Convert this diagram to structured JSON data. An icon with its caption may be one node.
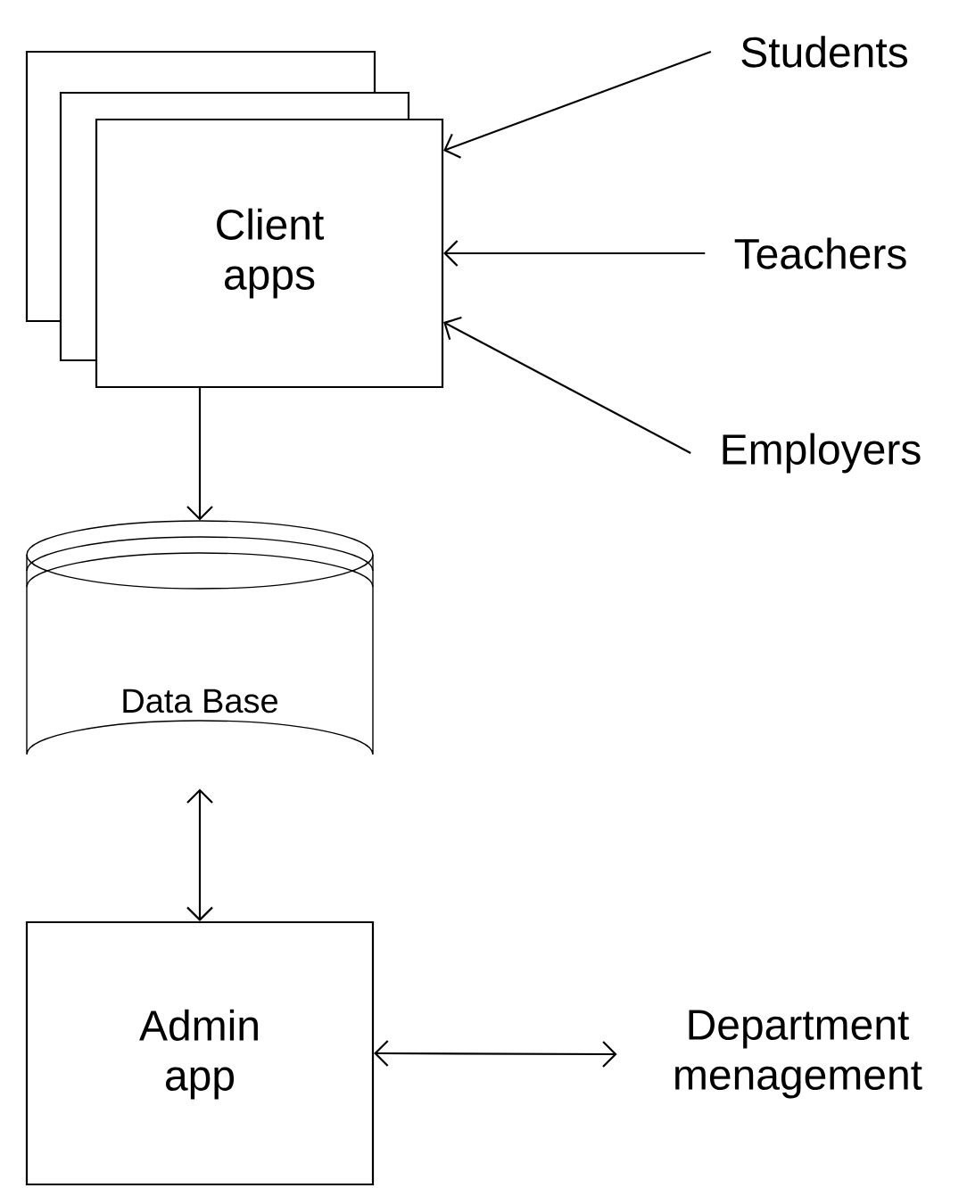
{
  "diagram": {
    "nodes": [
      {
        "text": [],
        "shape": "box"
      },
      {
        "text": [],
        "shape": "box"
      },
      {
        "text": [
          "Client apps"
        ]
      },
      {
        "text": [
          "Students"
        ]
      },
      {
        "text": [
          "Teachers"
        ]
      },
      {
        "text": [
          "Employers"
        ]
      },
      {
        "text": [
          "Data Base"
        ]
      },
      {
        "text": [
          "Admin app"
        ]
      },
      {
        "text": [
          "Department menagement"
        ]
      }
    ],
    "edges": [
      {
        "from": 3,
        "to": 2,
        "arrow": "to"
      },
      {
        "from": 4,
        "to": 2,
        "arrow": "to"
      },
      {
        "from": 5,
        "to": 2,
        "arrow": "to"
      },
      {
        "from": 2,
        "to": 6,
        "arrow": "to"
      },
      {
        "from": 6,
        "to": 7,
        "arrow": "both"
      },
      {
        "from": 7,
        "to": 8,
        "arrow": "both"
      }
    ]
  }
}
